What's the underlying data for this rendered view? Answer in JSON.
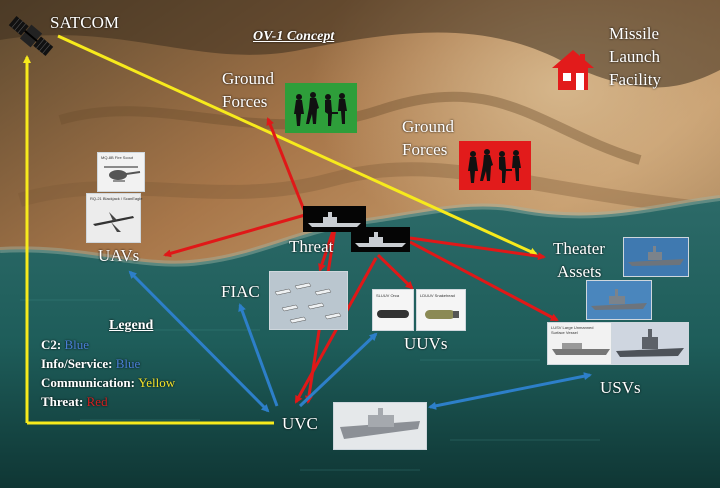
{
  "title": "OV-1 Concept",
  "nodes": {
    "satcom": "SATCOM",
    "missile": [
      "Missile",
      "Launch",
      "Facility"
    ],
    "ground_friendly": [
      "Ground",
      "Forces"
    ],
    "ground_enemy": [
      "Ground",
      "Forces"
    ],
    "uavs": "UAVs",
    "threat": "Threat",
    "theater": [
      "Theater",
      "Assets"
    ],
    "fiac": "FIAC",
    "uuvs": "UUVs",
    "usvs": "USVs",
    "uvc": "UVC"
  },
  "photo_captions": {
    "uav_top": "MQ-8B Fire Scout",
    "uav_bottom": "RQ-21 Blackjack / ScanEagle",
    "uuv_left": "SLUUV Orca",
    "uuv_right": "LDUUV Snakehead",
    "usv": [
      "LUSV Large Unmanned",
      "Surface Vessel"
    ]
  },
  "legend": {
    "title": "Legend",
    "items": [
      {
        "label": "C2",
        "value": "Blue",
        "color": "#4a7fd6"
      },
      {
        "label": "Info/Service",
        "value": "Blue",
        "color": "#4a7fd6"
      },
      {
        "label": "Communication",
        "value": "Yellow",
        "color": "#f2e22a"
      },
      {
        "label": "Threat",
        "value": "Red",
        "color": "#d22020"
      }
    ]
  },
  "colors": {
    "c2": "#2d7fc9",
    "communication": "#f7ea1c",
    "threat": "#e01818",
    "friendly_box": "#2e9e3a",
    "enemy_box": "#e21b1b"
  },
  "icons": [
    "satellite-icon",
    "facility-icon",
    "soldiers-icon",
    "ship-icon",
    "drone-icon",
    "helicopter-icon"
  ]
}
